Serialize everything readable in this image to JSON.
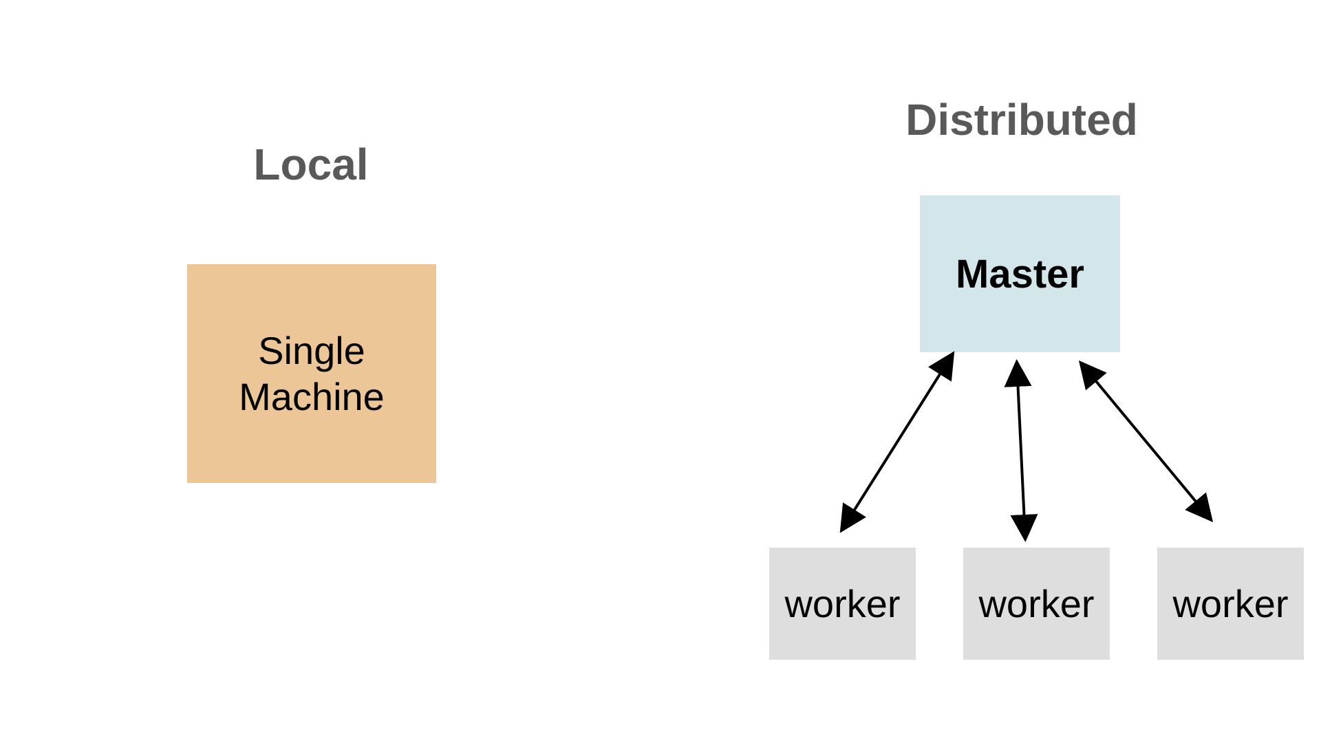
{
  "local": {
    "title": "Local",
    "machine": {
      "line1": "Single",
      "line2": "Machine",
      "color": "#ecc697"
    }
  },
  "distributed": {
    "title": "Distributed",
    "master": {
      "label": "Master",
      "color": "#d3e7ea"
    },
    "workers": [
      {
        "label": "worker"
      },
      {
        "label": "worker"
      },
      {
        "label": "worker"
      }
    ],
    "worker_color": "#dedede",
    "connection": "bidirectional"
  }
}
